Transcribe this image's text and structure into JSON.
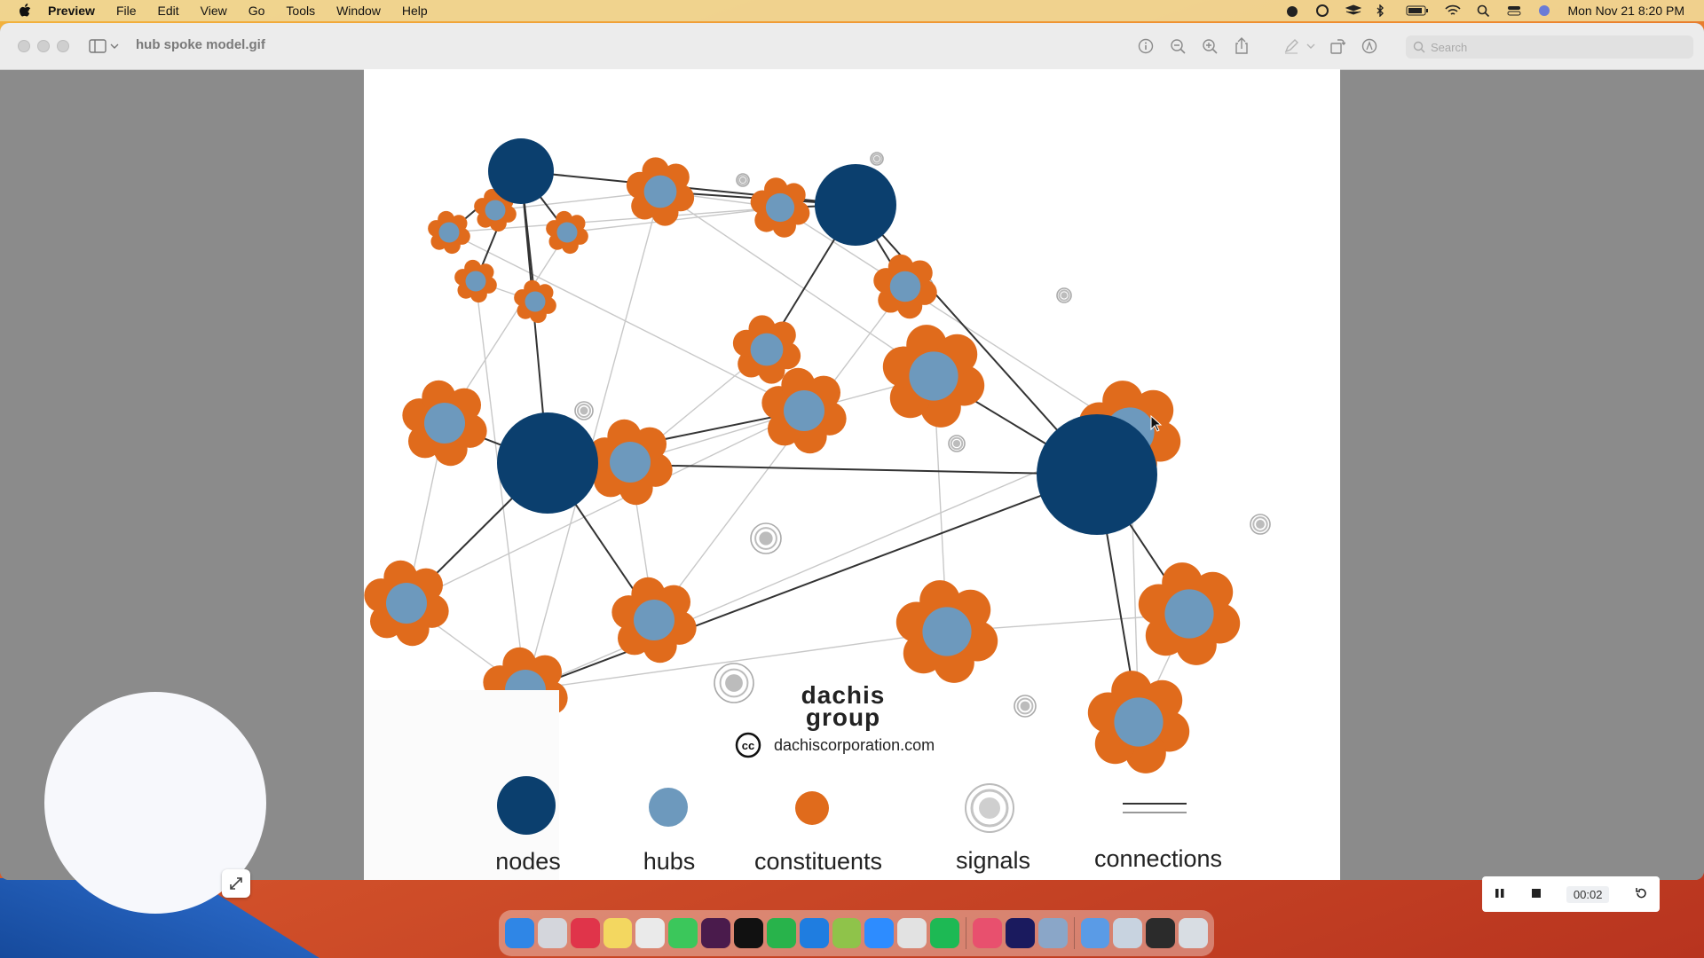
{
  "menubar": {
    "app_name": "Preview",
    "items": [
      "File",
      "Edit",
      "View",
      "Go",
      "Tools",
      "Window",
      "Help"
    ],
    "clock": "Mon Nov 21  8:20 PM"
  },
  "window": {
    "title": "hub spoke model.gif",
    "search_placeholder": "Search"
  },
  "image": {
    "brand_line1": "dachis",
    "brand_line2": "group",
    "brand_url": "dachiscorporation.com",
    "license_mark": "cc",
    "legend": {
      "nodes": "nodes",
      "hubs": "hubs",
      "constituents": "constituents",
      "signals": "signals",
      "connections": "connections"
    },
    "colors": {
      "node": "#0b3f6e",
      "hub": "#6d99bd",
      "constituent": "#e06b1c",
      "signal": "#bcbcbc",
      "connection": "#c8c8c8"
    }
  },
  "recorder": {
    "time": "00:02"
  },
  "dock": {
    "icons": [
      "finder-icon",
      "launchpad-icon",
      "mail-app-icon",
      "notes-icon",
      "calendar-app-icon",
      "messages-icon",
      "slack-icon",
      "h-app-icon",
      "numbers-icon",
      "keynote-icon",
      "android-file-icon",
      "zoom-icon",
      "chrome-icon",
      "spotify-icon",
      "creative-cloud-icon",
      "audition-icon",
      "preview-icon",
      "folder-icon",
      "screenshot-icon",
      "terminal-icon",
      "trash-icon"
    ],
    "colors": [
      "#2f86e6",
      "#d4d6dc",
      "#e0344a",
      "#f3d760",
      "#eaeaea",
      "#3bc75b",
      "#4a1b4c",
      "#111111",
      "#28b34b",
      "#1f7de0",
      "#8fc34a",
      "#2d8cff",
      "#e2e2e2",
      "#1db954",
      "#e8506e",
      "#1a1a5e",
      "#8aa6c8",
      "#5a9be6",
      "#c8d3e0",
      "#2b2b2b",
      "#d8dde3"
    ]
  }
}
